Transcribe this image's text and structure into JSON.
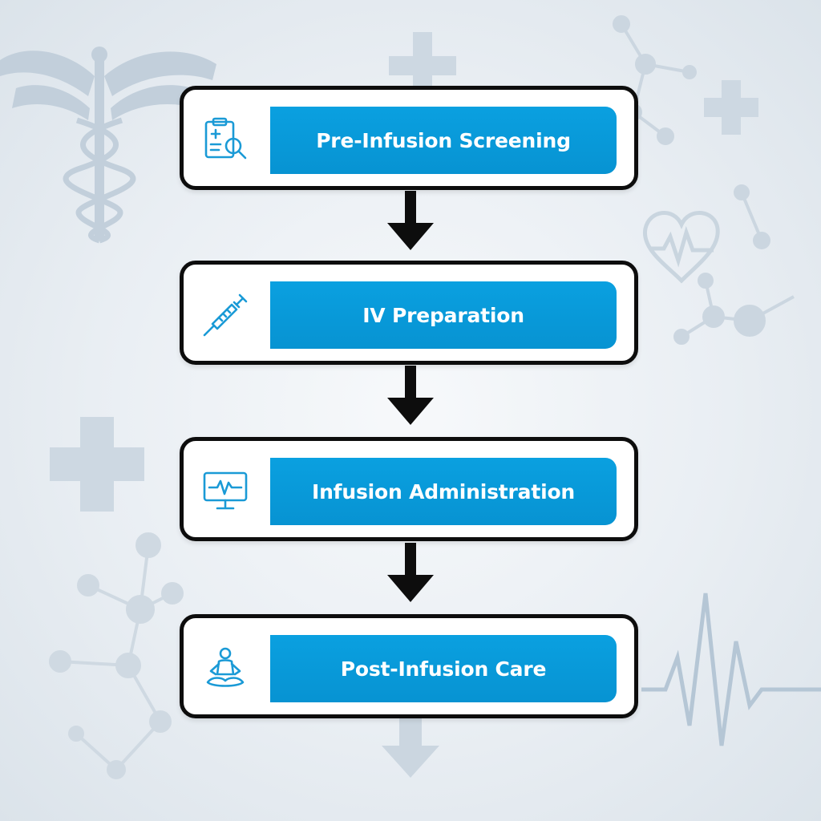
{
  "steps": [
    {
      "label": "Pre-Infusion Screening",
      "icon": "clipboard-search-icon"
    },
    {
      "label": "IV Preparation",
      "icon": "syringe-icon"
    },
    {
      "label": "Infusion Administration",
      "icon": "monitor-heartbeat-icon"
    },
    {
      "label": "Post-Infusion Care",
      "icon": "meditation-person-icon"
    }
  ],
  "colors": {
    "accent": "#0a9ad8",
    "border": "#0d0d0d",
    "background": "#e9eef3",
    "decor": "#b9c8d6"
  }
}
